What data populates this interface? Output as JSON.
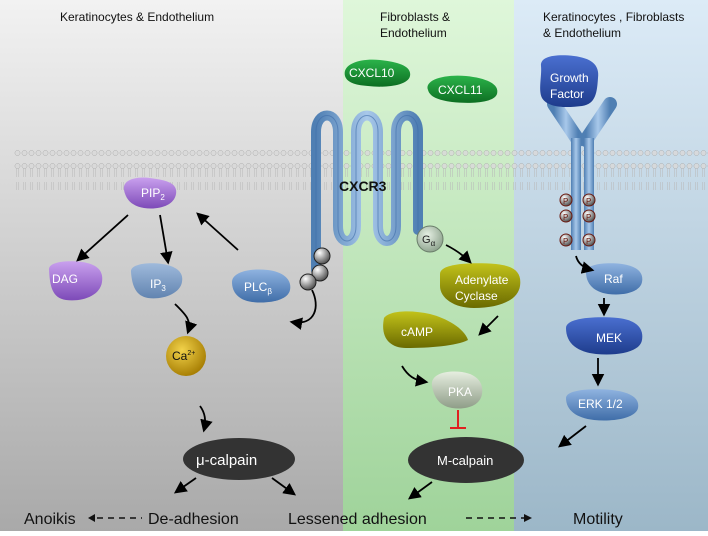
{
  "panels": {
    "left_header": "Keratinocytes & Endothelium",
    "middle_header_line1": "Fibroblasts &",
    "middle_header_line2": "Endothelium",
    "right_header_line1": "Keratinocytes , Fibroblasts",
    "right_header_line2": "& Endothelium"
  },
  "chemokines": {
    "cxcl10": "CXCL10",
    "cxcl11": "CXCL11"
  },
  "receptor": {
    "cxcr3": "CXCR3",
    "g_alpha": "G",
    "g_alpha_sub": "α"
  },
  "growth_factor": {
    "line1": "Growth",
    "line2": "Factor",
    "phospho": "P"
  },
  "left_pathway": {
    "pip2": "PIP",
    "pip2_sub": "2",
    "dag": "DAG",
    "ip3": "IP",
    "ip3_sub": "3",
    "plc": "PLC",
    "plc_sub": "β",
    "ca": "Ca",
    "ca_sup": "2+",
    "mu_calpain": "μ-calpain"
  },
  "middle_pathway": {
    "adenylate_line1": "Adenylate",
    "adenylate_line2": "Cyclase",
    "camp": "cAMP",
    "pka": "PKA",
    "m_calpain": "M-calpain"
  },
  "right_pathway": {
    "raf": "Raf",
    "mek": "MEK",
    "erk": "ERK 1/2"
  },
  "outcomes": {
    "anoikis": "Anoikis",
    "de_adhesion": "De-adhesion",
    "lessened_adhesion": "Lessened adhesion",
    "motility": "Motility"
  },
  "colors": {
    "left_bg": "#cfcfcf",
    "middle_bg": "#b8e6b0",
    "right_bg": "#bcd6ea",
    "receptor_blue": "#6f9fd0",
    "phospho_fill": "#b23a2a",
    "inhibit_red": "#e02020",
    "calpain_dark": "#333333"
  }
}
